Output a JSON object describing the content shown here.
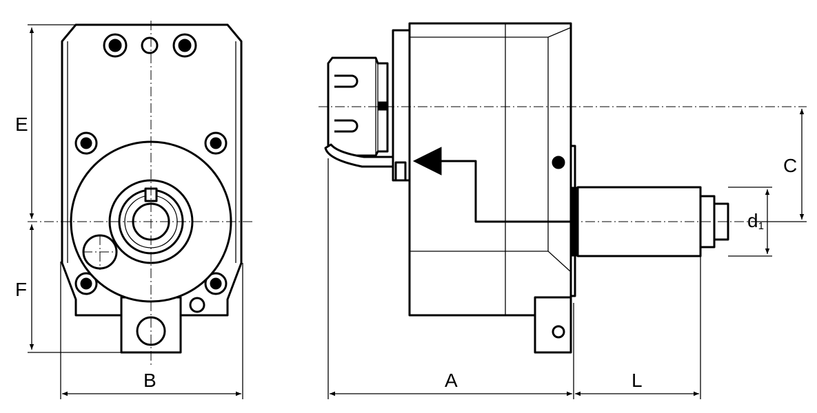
{
  "dimensions": {
    "E": "E",
    "F": "F",
    "B": "B",
    "A": "A",
    "L": "L",
    "C": "C",
    "d_main": "d",
    "d_sub": "1"
  }
}
